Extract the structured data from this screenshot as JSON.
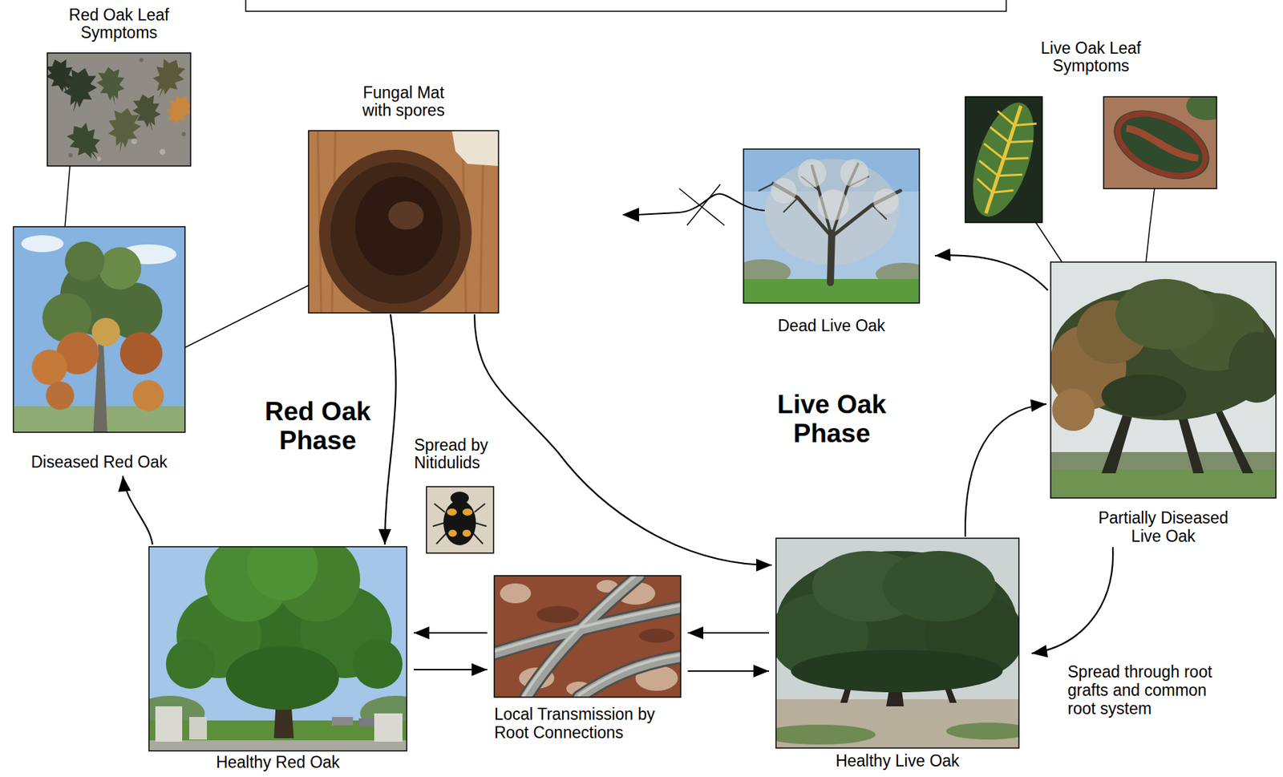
{
  "diagram": {
    "nodes": [
      {
        "text": [
          "Red Oak Leaf Symptoms"
        ]
      },
      {
        "text": [
          "Fungal Mat with spores"
        ]
      },
      {
        "text": [
          "Live Oak Leaf Symptoms"
        ]
      },
      {
        "text": [
          "Dead Live Oak"
        ]
      },
      {
        "text": [
          "Diseased Red Oak"
        ]
      },
      {
        "text": [
          "Partially Diseased Live Oak"
        ]
      },
      {
        "text": [
          "Spread by Nitidulids"
        ]
      },
      {
        "text": [
          "Healthy Red Oak"
        ]
      },
      {
        "text": [
          "Local Transmission by Root Connections"
        ]
      },
      {
        "text": [
          "Healthy Live Oak"
        ]
      }
    ],
    "edges": [
      {
        "from": 0,
        "to": 4,
        "arrow": "none"
      },
      {
        "from": 1,
        "to": 4,
        "arrow": "none"
      },
      {
        "from": 2,
        "to": 5,
        "arrow": "none"
      },
      {
        "from": 2,
        "to": 5,
        "arrow": "none"
      },
      {
        "from": 1,
        "to": 7,
        "arrow": "to"
      },
      {
        "from": 1,
        "to": 9,
        "arrow": "to"
      },
      {
        "from": 7,
        "to": 4,
        "arrow": "to"
      },
      {
        "from": 8,
        "to": 7,
        "arrow": "to"
      },
      {
        "from": 7,
        "to": 8,
        "arrow": "to"
      },
      {
        "from": 9,
        "to": 8,
        "arrow": "to"
      },
      {
        "from": 8,
        "to": 9,
        "arrow": "to"
      },
      {
        "from": 9,
        "to": 5,
        "arrow": "to"
      },
      {
        "from": 5,
        "to": 3,
        "arrow": "to"
      },
      {
        "from": 5,
        "to": 9,
        "arrow": "to"
      }
    ],
    "labels": [
      "Red Oak Phase",
      "Live Oak Phase",
      "Spread through root grafts and common root system"
    ]
  }
}
